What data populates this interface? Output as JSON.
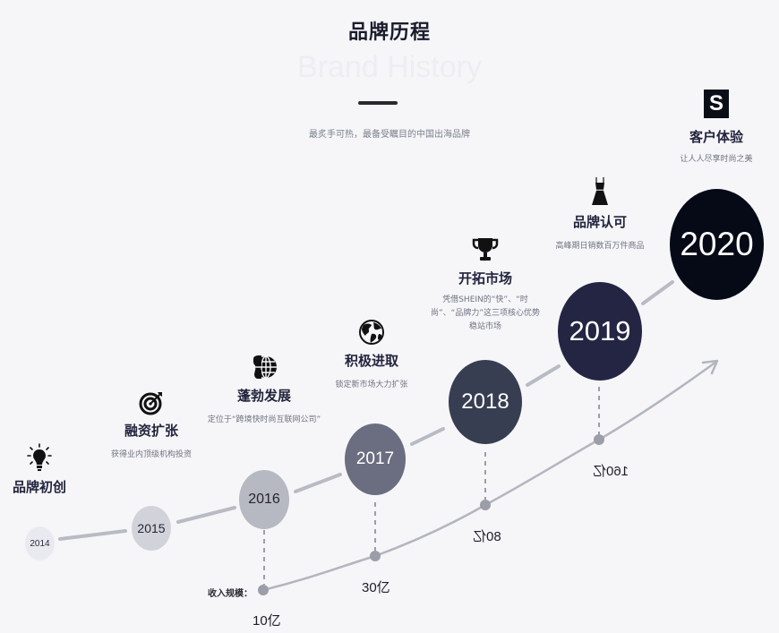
{
  "header": {
    "title": "品牌历程",
    "subtitle_en": "Brand History",
    "tagline": "最炙手可热，最备受瞩目的中国出海品牌"
  },
  "revenue": {
    "caption": "收入规模：",
    "points": [
      {
        "year": "2016",
        "label": "10亿"
      },
      {
        "year": "2017",
        "label": "30亿"
      },
      {
        "year": "2018",
        "label": "80亿"
      },
      {
        "year": "2019",
        "label": "160亿"
      }
    ]
  },
  "timeline": [
    {
      "year": "2014",
      "icon": "lightbulb-icon",
      "title": "品牌初创",
      "desc": "",
      "color": "#e9eaf0",
      "text_color": "#2a2b34"
    },
    {
      "year": "2015",
      "icon": "target-icon",
      "title": "融资扩张",
      "desc": "获得业内顶级机构投资",
      "color": "#d2d3da",
      "text_color": "#25262f"
    },
    {
      "year": "2016",
      "icon": "dollar-globe-icon",
      "title": "蓬勃发展",
      "desc": "定位于“跨境快时尚互联网公司”",
      "color": "#b6b8c2",
      "text_color": "#25262f"
    },
    {
      "year": "2017",
      "icon": "globe-icon",
      "title": "积极进取",
      "desc": "锁定新市场大力扩张",
      "color": "#6b6e80",
      "text_color": "#ffffff"
    },
    {
      "year": "2018",
      "icon": "trophy-icon",
      "title": "开拓市场",
      "desc": "凭借SHEIN的“快”、“时尚”、“品牌力”这三项核心优势稳站市场",
      "color": "#383e52",
      "text_color": "#ffffff"
    },
    {
      "year": "2019",
      "icon": "dress-icon",
      "title": "品牌认可",
      "desc": "高峰期日销数百万件商品",
      "color": "#242543",
      "text_color": "#ffffff"
    },
    {
      "year": "2020",
      "icon": "shein-s-logo-icon",
      "title": "客户体验",
      "desc": "让人人尽享时尚之美",
      "color": "#050a16",
      "text_color": "#ffffff"
    }
  ],
  "colors": {
    "background": "#f6f6f9",
    "connector": "#b9bbc4",
    "revenue_curve": "#b3b5bf",
    "revenue_dot": "#9b9ea8"
  }
}
